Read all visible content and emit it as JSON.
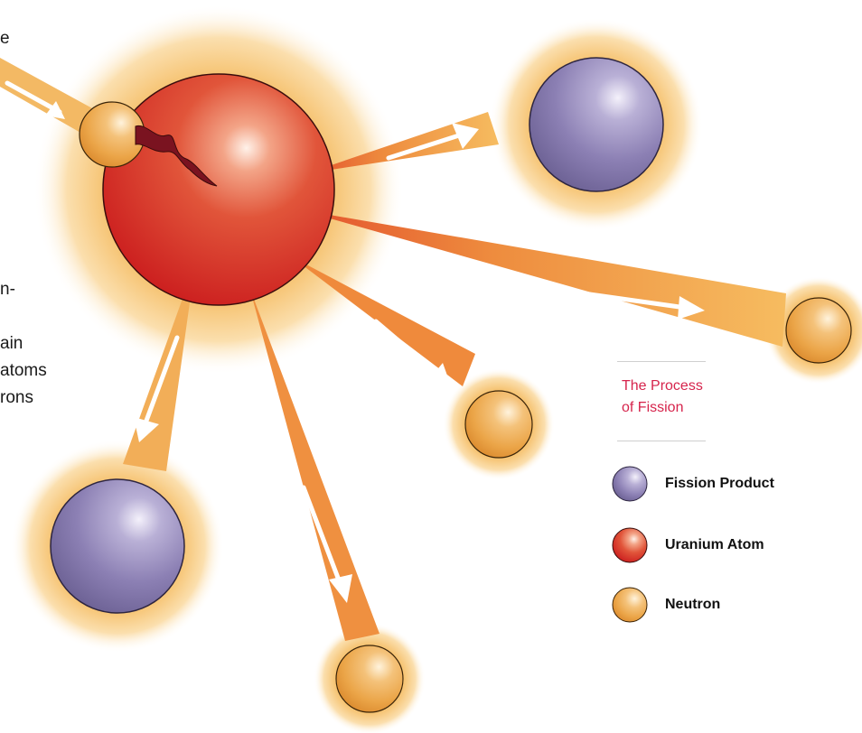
{
  "caption": {
    "line1_fragment": "e",
    "line2_fragment": "n-",
    "line3_fragment": "ain",
    "line4_fragment": "atoms",
    "line5_fragment": "rons"
  },
  "legend": {
    "title_line1": "The Process",
    "title_line2": "of Fission",
    "items": [
      {
        "label": "Fission Product",
        "kind": "fission-product"
      },
      {
        "label": "Uranium Atom",
        "kind": "uranium-atom"
      },
      {
        "label": "Neutron",
        "kind": "neutron"
      }
    ]
  },
  "colors": {
    "accent_title": "#d6244c",
    "uranium": "#d8402a",
    "fission_product": "#8c80b4",
    "neutron": "#eba548",
    "glow": "#f2b95a"
  }
}
